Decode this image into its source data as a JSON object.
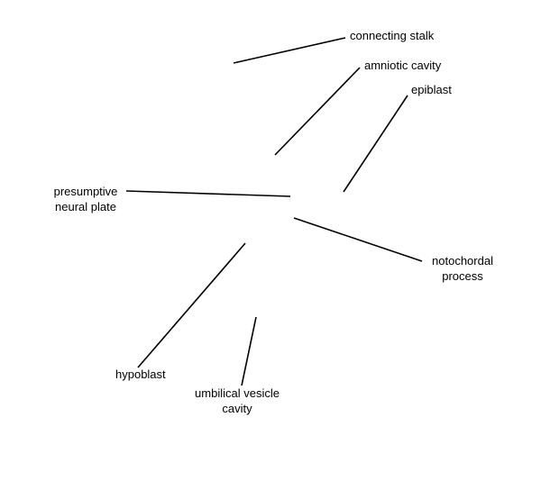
{
  "colors": {
    "background": "#ffffff",
    "line": "#000000",
    "text": "#000000"
  },
  "labels": {
    "connecting_stalk": "connecting stalk",
    "amniotic_cavity": "amniotic cavity",
    "epiblast": "epiblast",
    "presumptive_neural_plate_line1": "presumptive",
    "presumptive_neural_plate_line2": "neural plate",
    "notochordal_process_line1": "notochordal",
    "notochordal_process_line2": "process",
    "hypoblast": "hypoblast",
    "umbilical_vesicle_cavity_line1": "umbilical vesicle",
    "umbilical_vesicle_cavity_line2": "cavity"
  }
}
